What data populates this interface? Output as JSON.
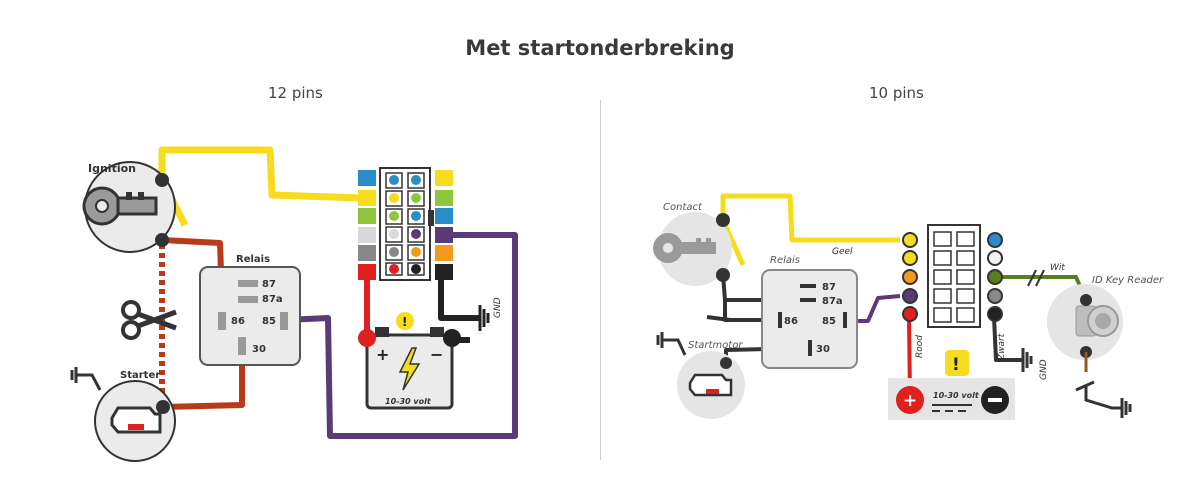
{
  "title": "Met startonderbreking",
  "left": {
    "heading": "12 pins",
    "ignition_label": "Ignition",
    "relay_label": "Relais",
    "starter_label": "Starter",
    "pin_87": "87",
    "pin_87a": "87a",
    "pin_86": "86",
    "pin_85": "85",
    "pin_30": "30",
    "gnd_label": "GND",
    "battery_voltage": "10-30 volt",
    "warning": "!"
  },
  "right": {
    "heading": "10 pins",
    "contact_label": "Contact",
    "relay_label": "Relais",
    "startmotor_label": "Startmotor",
    "pin_87": "87",
    "pin_87a": "87a",
    "pin_86": "86",
    "pin_85": "85",
    "pin_30": "30",
    "geel_label": "Geel",
    "rood_label": "Rood",
    "zwart_label": "Zwart",
    "gnd_label": "GND",
    "wit_label": "Wit",
    "reader_label": "ID Key Reader",
    "battery_voltage": "10-30 volt",
    "warning": "!"
  },
  "colors": {
    "yellow": "#f5dc1e",
    "red": "#e0201e",
    "brown": "#b83a16",
    "purple": "#5b3a78",
    "black": "#222222",
    "grey": "#d9d9d9",
    "blue": "#2a8cc8",
    "green": "#8cc63e",
    "orange": "#f39a1e",
    "olive": "#5a7d1e"
  }
}
